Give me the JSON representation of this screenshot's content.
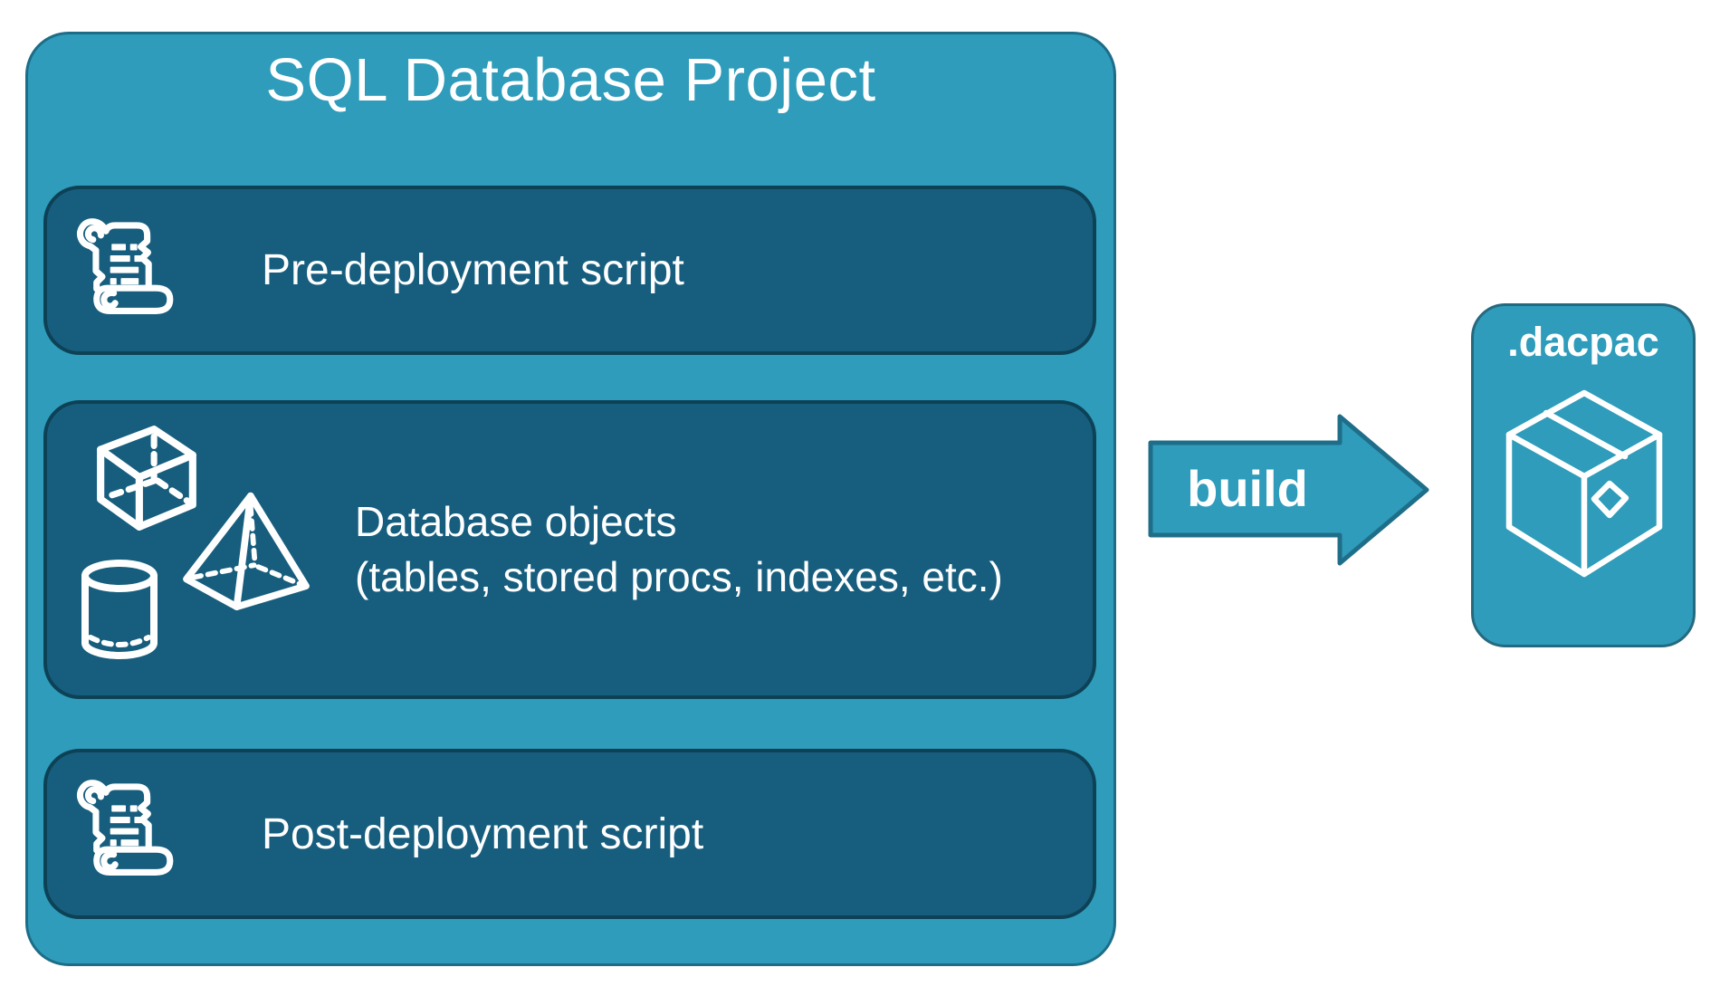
{
  "palette": {
    "teal": "#2e9cba",
    "dark_panel": "#175e7e",
    "panel_border": "#0d4156",
    "outer_border": "#1d6d88",
    "arrow_border": "#1f6e89",
    "text": "#ffffff"
  },
  "project": {
    "title": "SQL Database Project",
    "boxes": [
      {
        "label": "Pre-deployment script",
        "icon": "scroll-icon"
      },
      {
        "label_line1": "Database objects",
        "label_line2": "(tables, stored procs, indexes, etc.)",
        "icons": [
          "cube-icon",
          "pyramid-icon",
          "cylinder-icon"
        ]
      },
      {
        "label": "Post-deployment script",
        "icon": "scroll-icon"
      }
    ]
  },
  "arrow": {
    "label": "build",
    "icon": "arrow-right-shape"
  },
  "output": {
    "label": ".dacpac",
    "icon": "package-icon"
  }
}
